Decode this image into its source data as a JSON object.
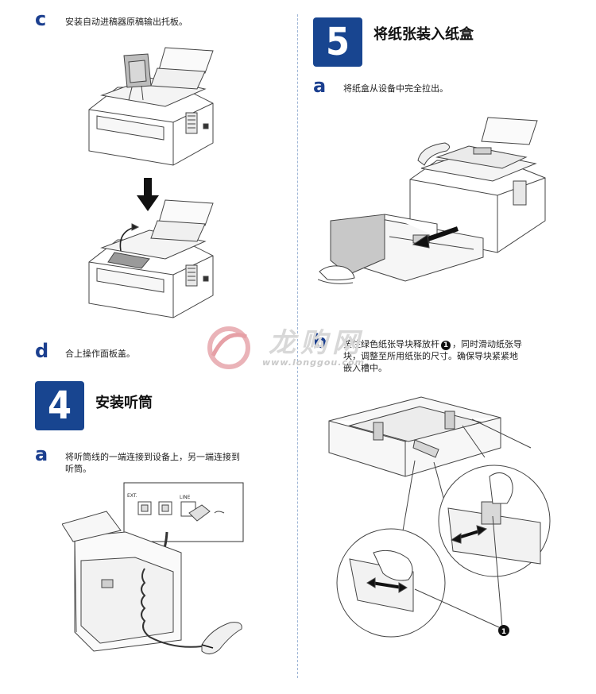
{
  "left": {
    "step_c": {
      "letter": "c",
      "text": "安装自动进稿器原稿输出托板。"
    },
    "step_d": {
      "letter": "d",
      "text": "合上操作面板盖。"
    },
    "section4": {
      "number": "4",
      "title": "安装听筒"
    },
    "step_4a": {
      "letter": "a",
      "text_line1": "将听筒线的一端连接到设备上，另一端连接到",
      "text_line2": "听筒。"
    },
    "port_labels": {
      "ext": "EXT.",
      "line": "LINE"
    }
  },
  "right": {
    "section5": {
      "number": "5",
      "title": "将纸张装入纸盒"
    },
    "step_5a": {
      "letter": "a",
      "text": "将纸盒从设备中完全拉出。"
    },
    "step_5b": {
      "letter": "b",
      "text_pre": "按住绿色纸张导块释放杆",
      "callout": "1",
      "text_post": "，同时滑动纸张导",
      "text_line2": "块，调整至所用纸张的尺寸。确保导块紧紧地",
      "text_line3": "嵌入槽中。"
    },
    "figure_callout": "1"
  },
  "watermark": {
    "cn": "龙购网",
    "url": "www.longgou.com"
  },
  "colors": {
    "accent": "#184590",
    "letter": "#1b3f8f",
    "watermark": "#e5a3a8"
  }
}
